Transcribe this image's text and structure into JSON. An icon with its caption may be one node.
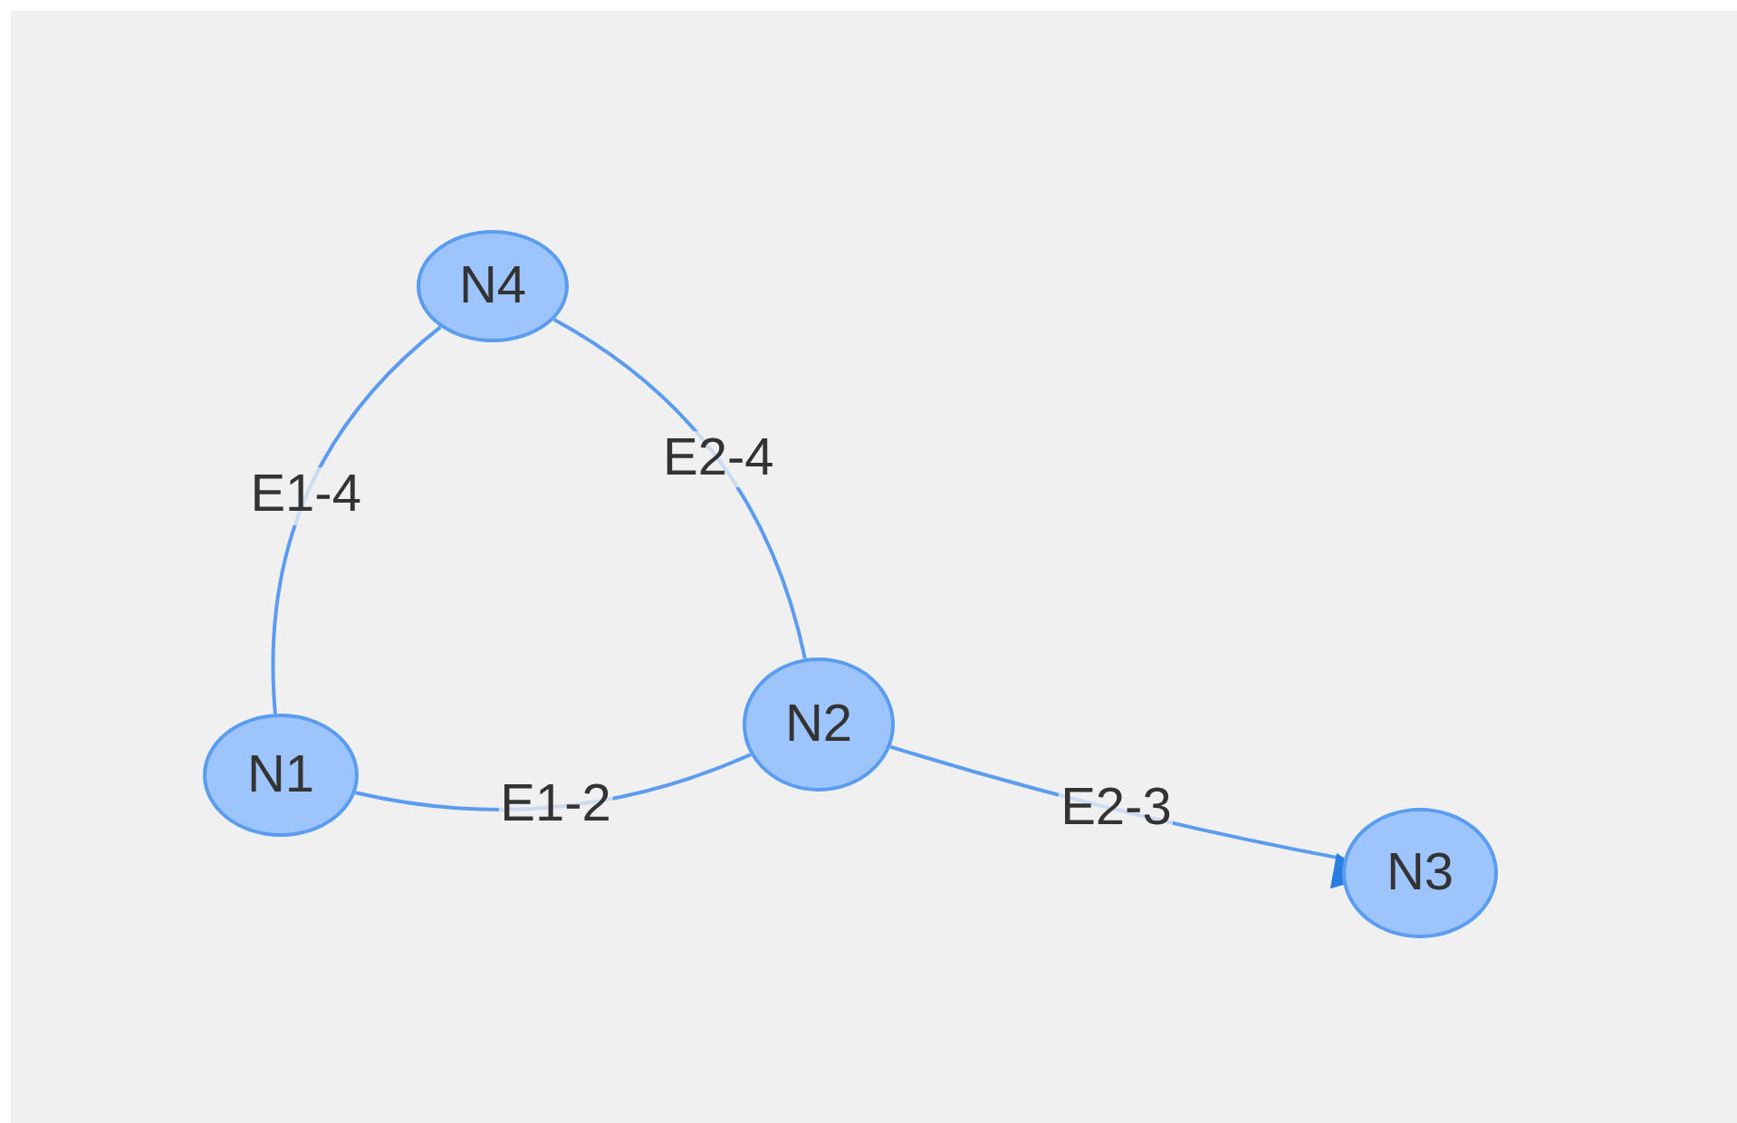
{
  "diagram": {
    "nodes": [
      {
        "text": [
          "N1"
        ]
      },
      {
        "text": [
          "N2"
        ]
      },
      {
        "text": [
          "N3"
        ]
      },
      {
        "text": [
          "N4"
        ]
      }
    ],
    "edges": [
      {
        "from": 0,
        "to": 3,
        "arrow": "none",
        "label": "E1-4"
      },
      {
        "from": 1,
        "to": 3,
        "arrow": "none",
        "label": "E2-4"
      },
      {
        "from": 0,
        "to": 1,
        "arrow": "none",
        "label": "E1-2"
      },
      {
        "from": 1,
        "to": 2,
        "arrow": "to",
        "label": "E2-3"
      }
    ]
  }
}
